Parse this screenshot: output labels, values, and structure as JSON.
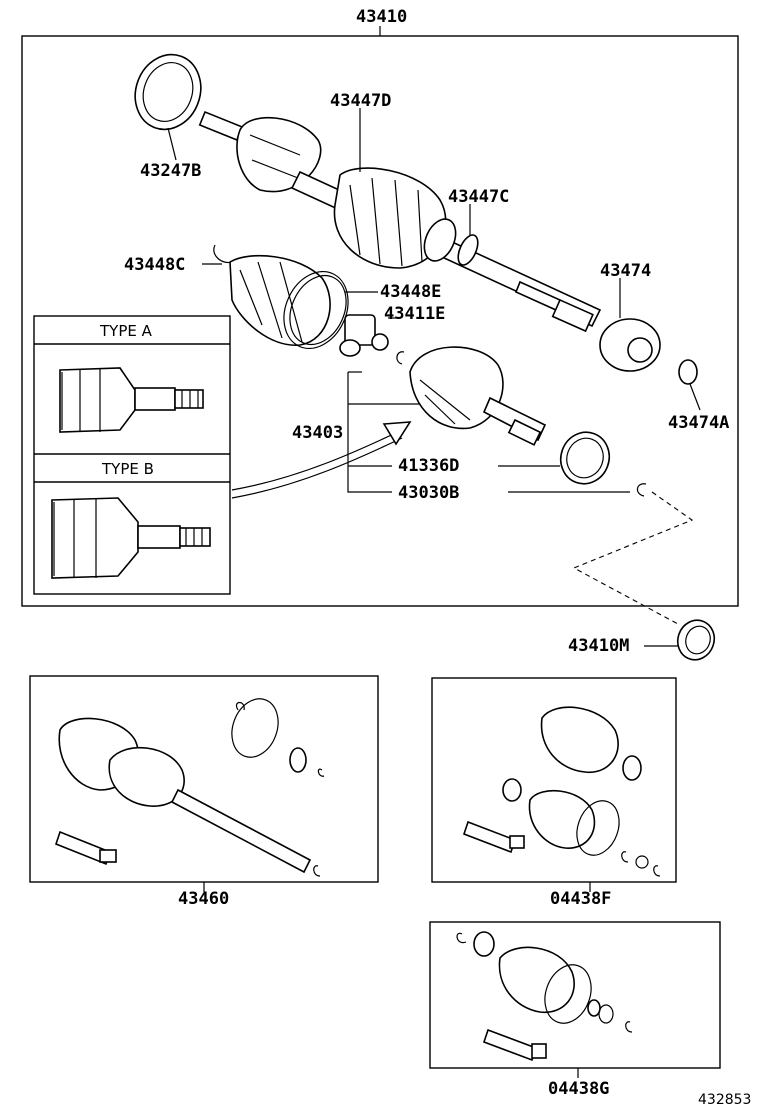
{
  "labels": {
    "assembly": "43410",
    "boot_d": "43447D",
    "seal_b": "43247B",
    "clamp_c": "43447C",
    "boot_c": "43448C",
    "clamp_e": "43448E",
    "ring_e": "43411E",
    "damper": "43474",
    "damper_a": "43474A",
    "inboard_joint": "43403",
    "seal_d": "41336D",
    "ring_b": "43030B",
    "outer_seal": "43410M",
    "outboard_kit": "43460",
    "boot_kit_f": "04438F",
    "boot_kit_g": "04438G",
    "figure_number": "432853"
  },
  "types": {
    "type_a": "TYPE A",
    "type_b": "TYPE B"
  }
}
